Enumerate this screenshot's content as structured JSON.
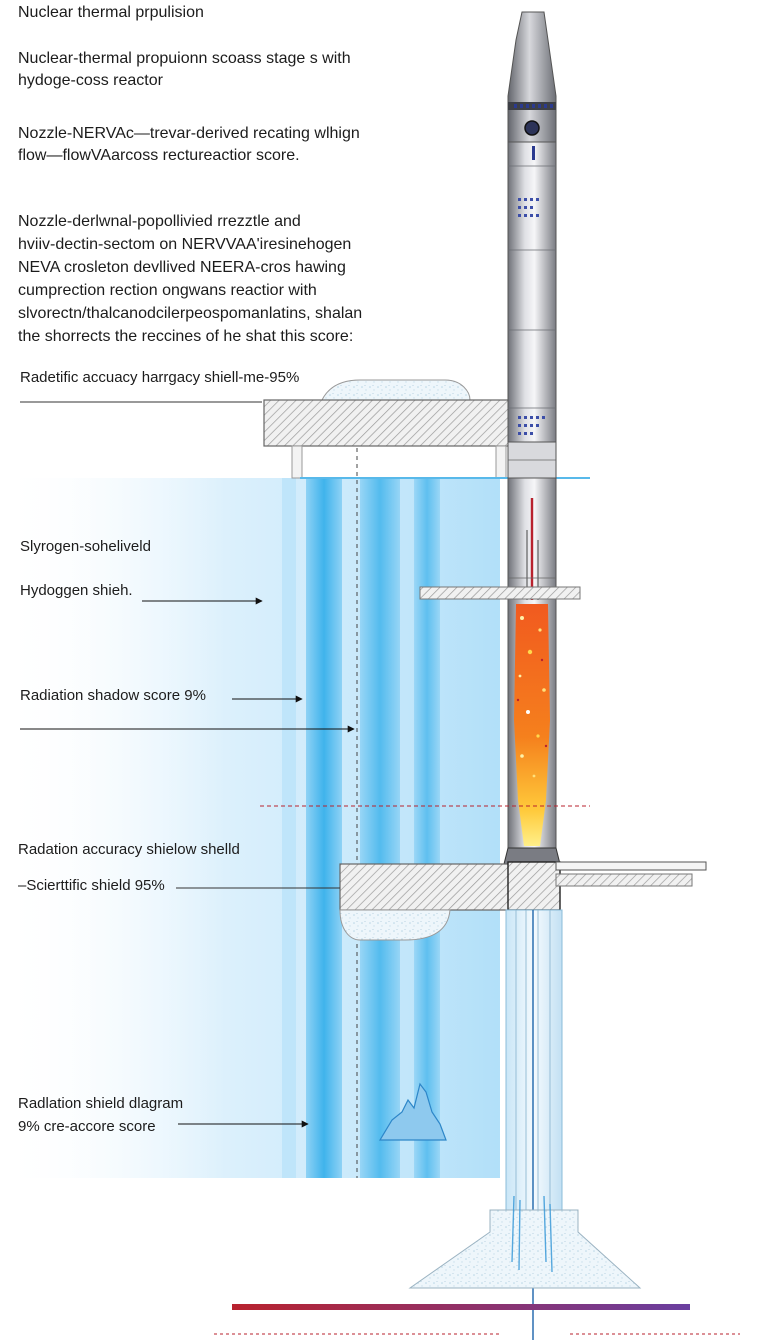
{
  "header": {
    "title": "Nuclear thermal prpulision",
    "subtitle_1": "Nuclear-thermal propuionn scoass stage s with\nhydoge-coss reactor",
    "subtitle_2": "Nozzle-NERVAc—trevar-derived recating wlhign\nflow—flowVAarcoss rectureactior score.",
    "paragraph": "Nozzle-derlwnal-popollivied rrezztle and\nhviiv-dectin-sectom on NERVVAA'iresinehogen\nNEVA crosleton devllived NEERA-cros hawing\ncumprection rection ongwans reactior with\nslvorectn/thalcanodcilerpeospomanlatins, shalan\nthe shorrects the reccines of he shat this score:"
  },
  "labels": {
    "accuracy_shield": "Radetific accuacy harrgacy shiell-me-95%",
    "slyrogen": "Slyrogen-soheliveld",
    "hydrogen_shield": "Hydoggen shieh.",
    "radiation_shadow": "Radiation shadow score 9%",
    "radiation_accuracy": "Radation accuracy shielow shelld",
    "scientific_shield": "–Scierttific shield 95%",
    "shield_diagram": "Radlation shield dlagram\n9% cre-accore score"
  },
  "colors": {
    "rocket_dark": "#7d7f86",
    "rocket_light": "#e6e7ea",
    "shadow_blue": "#3bb1ea",
    "accent_navy": "#2b3a8f",
    "flame_orange": "#f06a1a",
    "flame_yellow": "#ffd23a",
    "base_line_red": "#b8222e",
    "base_line_purple": "#6a3fa0",
    "hatch_gray": "#9a9a9a"
  }
}
